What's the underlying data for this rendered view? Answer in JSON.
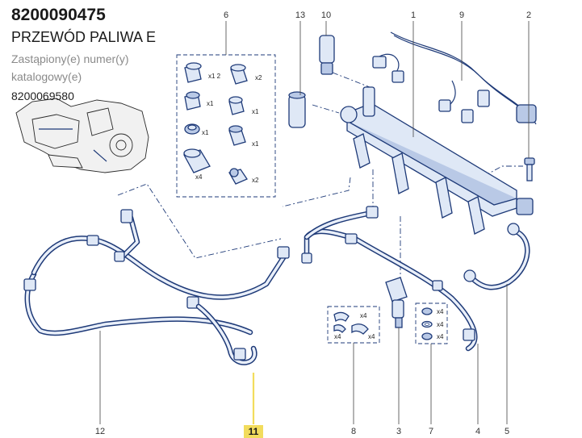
{
  "header": {
    "part_number": "8200090475",
    "part_name": "PRZEWÓD PALIWA E",
    "replaced_by_label": "Zastąpiony(e) numer(y) katalogowy(e)",
    "replaced_by_number": "8200069580"
  },
  "diagram": {
    "callouts": [
      {
        "id": "c1",
        "label": "1"
      },
      {
        "id": "c2",
        "label": "2"
      },
      {
        "id": "c3",
        "label": "3"
      },
      {
        "id": "c4",
        "label": "4"
      },
      {
        "id": "c5",
        "label": "5"
      },
      {
        "id": "c6",
        "label": "6"
      },
      {
        "id": "c7",
        "label": "7"
      },
      {
        "id": "c8",
        "label": "8"
      },
      {
        "id": "c9",
        "label": "9"
      },
      {
        "id": "c10",
        "label": "10"
      },
      {
        "id": "c11",
        "label": "11",
        "highlighted": true
      },
      {
        "id": "c12",
        "label": "12"
      },
      {
        "id": "c13",
        "label": "13"
      }
    ],
    "highlight_color": "#f2dc5d",
    "line_color": "#1e3a78",
    "kit6_quantities": [
      "x1 2",
      "x2",
      "x1",
      "x1",
      "x1",
      "x1",
      "x4",
      "x2"
    ],
    "kit8_quantities": [
      "x4",
      "x4",
      "x4"
    ],
    "kit7_quantities": [
      "x4",
      "x4",
      "x4"
    ]
  }
}
